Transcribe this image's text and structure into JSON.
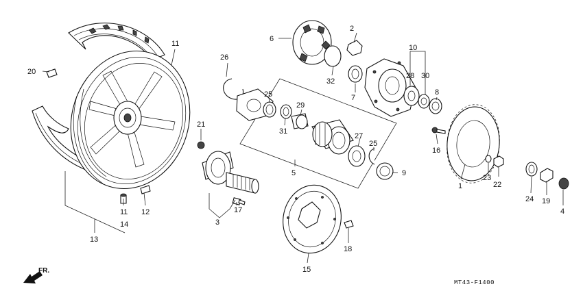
{
  "diagram": {
    "code": "MT43-F1400",
    "direction_label": "FR.",
    "callouts": {
      "c1": "1",
      "c2": "2",
      "c3": "3",
      "c4": "4",
      "c5": "5",
      "c6": "6",
      "c7": "7",
      "c8": "8",
      "c9": "9",
      "c10": "10",
      "c11a": "11",
      "c11b": "11",
      "c12": "12",
      "c13": "13",
      "c14": "14",
      "c15": "15",
      "c16": "16",
      "c17": "17",
      "c18": "18",
      "c19": "19",
      "c20": "20",
      "c21": "21",
      "c22": "22",
      "c23": "23",
      "c24": "24",
      "c25a": "25",
      "c25b": "25",
      "c26": "26",
      "c27": "27",
      "c28": "28",
      "c29": "29",
      "c30": "30",
      "c31": "31",
      "c32": "32"
    }
  }
}
